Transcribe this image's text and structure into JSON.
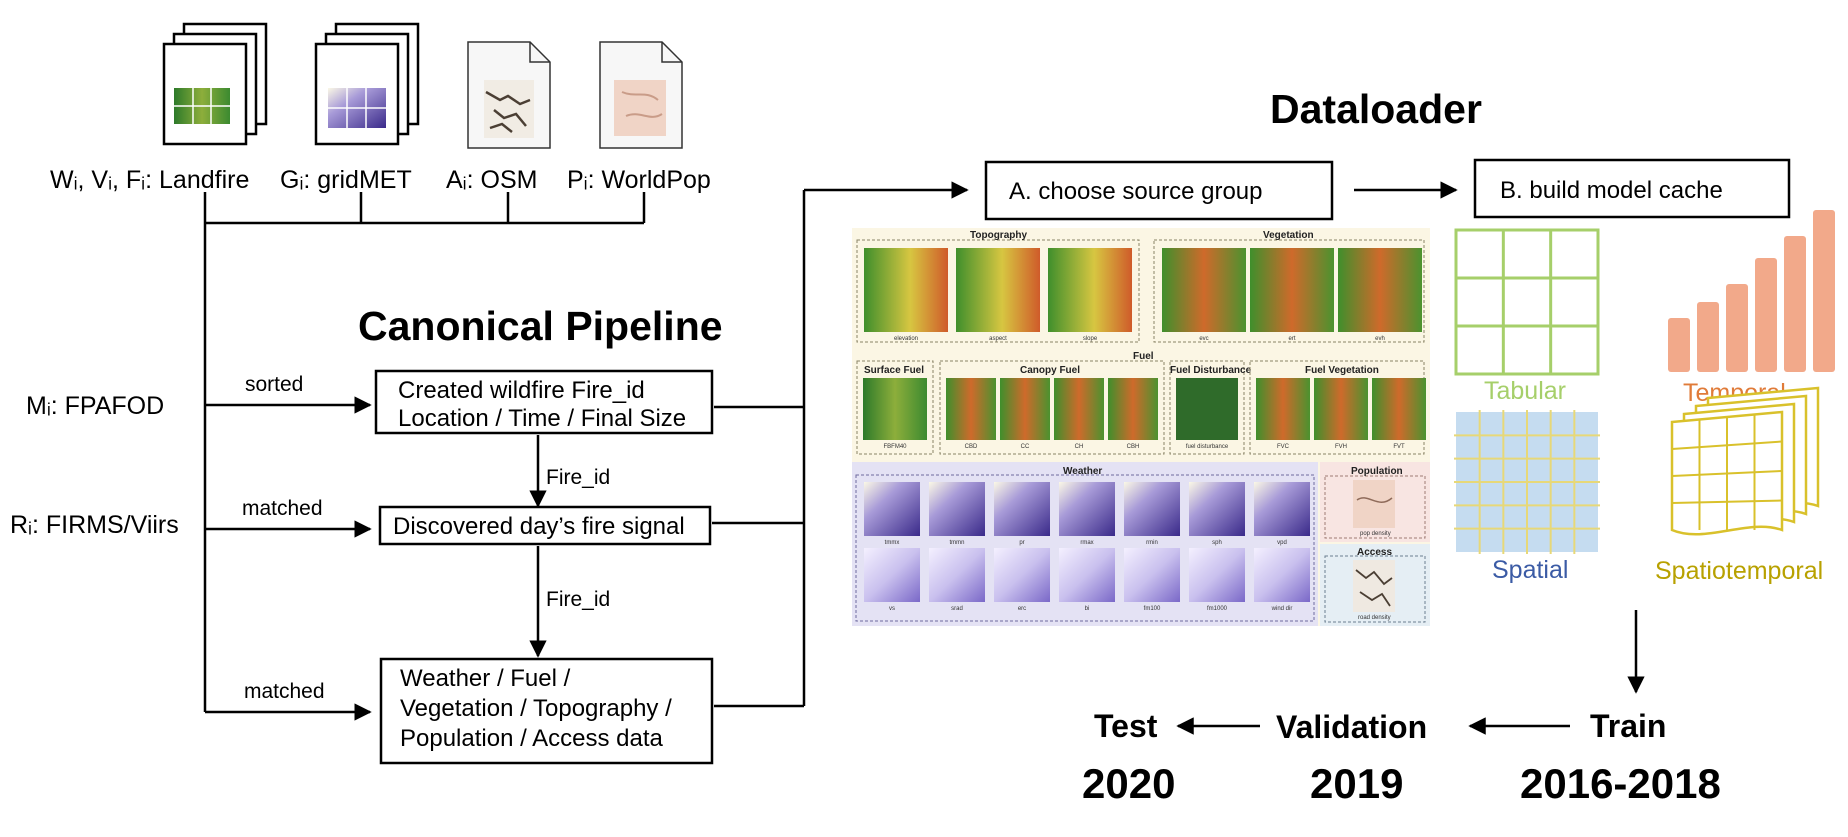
{
  "sources": [
    {
      "label": "Wᵢ, Vᵢ, Fᵢ: Landfire"
    },
    {
      "label": "Gᵢ: gridMET"
    },
    {
      "label": "Aᵢ: OSM"
    },
    {
      "label": "Pᵢ: WorldPop"
    }
  ],
  "inputs": {
    "fpafod": "Mᵢ: FPAFOD",
    "firms": "Rᵢ: FIRMS/Viirs"
  },
  "pipeline": {
    "title": "Canonical Pipeline",
    "box1_line1": "Created wildfire Fire_id",
    "box1_line2": "Location / Time / Final Size",
    "box2": "Discovered day’s fire signal",
    "box3_line1": "Weather / Fuel /",
    "box3_line2": "Vegetation / Topography /",
    "box3_line3": "Population / Access data",
    "edge_sorted": "sorted",
    "edge_matched1": "matched",
    "edge_matched2": "matched",
    "edge_fireid1": "Fire_id",
    "edge_fireid2": "Fire_id"
  },
  "dataloader": {
    "title": "Dataloader",
    "step_a": "A. choose source group",
    "step_b": "B. build model cache"
  },
  "panel": {
    "topography": "Topography",
    "vegetation": "Vegetation",
    "fuel": "Fuel",
    "surface_fuel": "Surface Fuel",
    "canopy_fuel": "Canopy Fuel",
    "fuel_disturbance": "Fuel Disturbance",
    "fuel_vegetation": "Fuel Vegetation",
    "weather": "Weather",
    "population": "Population",
    "access": "Access",
    "topo_items": [
      "elevation",
      "aspect",
      "slope"
    ],
    "veg_items": [
      "evc",
      "ert",
      "evh"
    ],
    "surface_items": [
      "FBFM40"
    ],
    "canopy_items": [
      "CBD",
      "CC",
      "CH",
      "CBH"
    ],
    "dist_items": [
      "fuel disturbance"
    ],
    "fveg_items": [
      "FVC",
      "FVH",
      "FVT"
    ],
    "weather_row1": [
      "tmmx",
      "tmmn",
      "pr",
      "rmax",
      "rmin",
      "sph",
      "vpd"
    ],
    "weather_row2": [
      "vs",
      "srad",
      "erc",
      "bi",
      "fm100",
      "fm1000",
      "wind dir"
    ],
    "pop_item": "pop density",
    "access_item": "road density"
  },
  "model_types": {
    "tabular": "Tabular",
    "temporal": "Temporal",
    "spatial": "Spatial",
    "spatiotemporal": "Spatiotemporal"
  },
  "splits": {
    "train": "Train",
    "train_years": "2016-2018",
    "validation": "Validation",
    "validation_years": "2019",
    "test": "Test",
    "test_years": "2020"
  },
  "colors": {
    "tabular": "#a6cf6a",
    "temporal": "#e07b39",
    "temporal_bars": "#f2a98a",
    "spatial": "#3b5ba5",
    "spatial_fill": "#c5dcf0",
    "spatiotemporal": "#b8a100",
    "spatiotemporal_line": "#d9c12b"
  }
}
